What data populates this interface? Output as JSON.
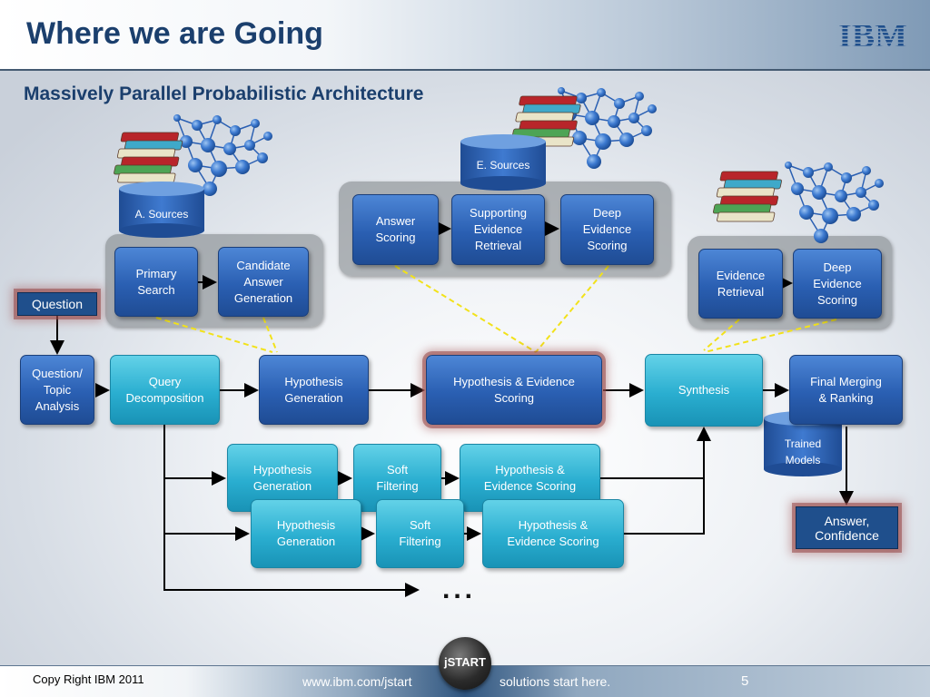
{
  "header": {
    "title": "Where we are Going",
    "logo_text": "IBM"
  },
  "subtitle": "Massively Parallel Probabilistic Architecture",
  "sources": {
    "a_sources": "A. Sources",
    "e_sources": "E. Sources",
    "trained_models": "Trained\nModels"
  },
  "left_group": {
    "primary_search": "Primary\nSearch",
    "candidate_answer_generation": "Candidate\nAnswer\nGeneration"
  },
  "top_group": {
    "answer_scoring": "Answer\nScoring",
    "supporting_evidence_retrieval": "Supporting\nEvidence\nRetrieval",
    "deep_evidence_scoring": "Deep\nEvidence\nScoring"
  },
  "right_group": {
    "evidence_retrieval": "Evidence\nRetrieval",
    "deep_evidence_scoring": "Deep\nEvidence\nScoring"
  },
  "pipeline": {
    "question": "Question",
    "question_topic_analysis": "Question/\nTopic\nAnalysis",
    "query_decomposition": "Query\nDecomposition",
    "hypothesis_generation": "Hypothesis\nGeneration",
    "hypothesis_evidence_scoring": "Hypothesis & Evidence\nScoring",
    "synthesis": "Synthesis",
    "final_merging_ranking": "Final Merging\n& Ranking",
    "answer_confidence": "Answer,\nConfidence"
  },
  "parallel_row_1": {
    "hypothesis_generation": "Hypothesis\nGeneration",
    "soft_filtering": "Soft\nFiltering",
    "hypothesis_evidence_scoring": "Hypothesis &\nEvidence Scoring"
  },
  "parallel_row_2": {
    "hypothesis_generation": "Hypothesis\nGeneration",
    "soft_filtering": "Soft\nFiltering",
    "hypothesis_evidence_scoring": "Hypothesis &\nEvidence Scoring"
  },
  "ellipsis": "...",
  "footer": {
    "copyright": "Copy Right IBM 2011",
    "url": "www.ibm.com/jstart",
    "tagline": "solutions start here.",
    "page_number": "5",
    "logo_text": "jSTART"
  },
  "colors": {
    "title": "#1b3f6d",
    "blue_box": "#2a5fb2",
    "teal_box": "#2aaed0",
    "navy_box": "#1f4f8c",
    "dashed_link": "#f2e21a",
    "arrow": "#000000"
  }
}
